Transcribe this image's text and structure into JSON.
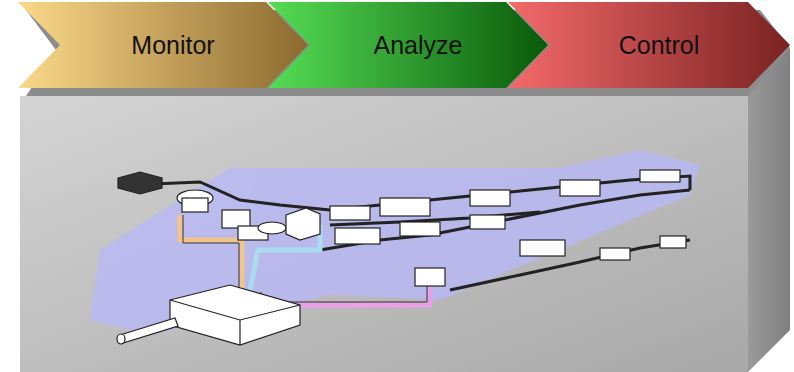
{
  "diagram": {
    "nodes": [
      {
        "text": [
          "Monitor"
        ]
      },
      {
        "text": [
          "Analyze"
        ]
      },
      {
        "text": [
          "Control"
        ]
      }
    ]
  }
}
